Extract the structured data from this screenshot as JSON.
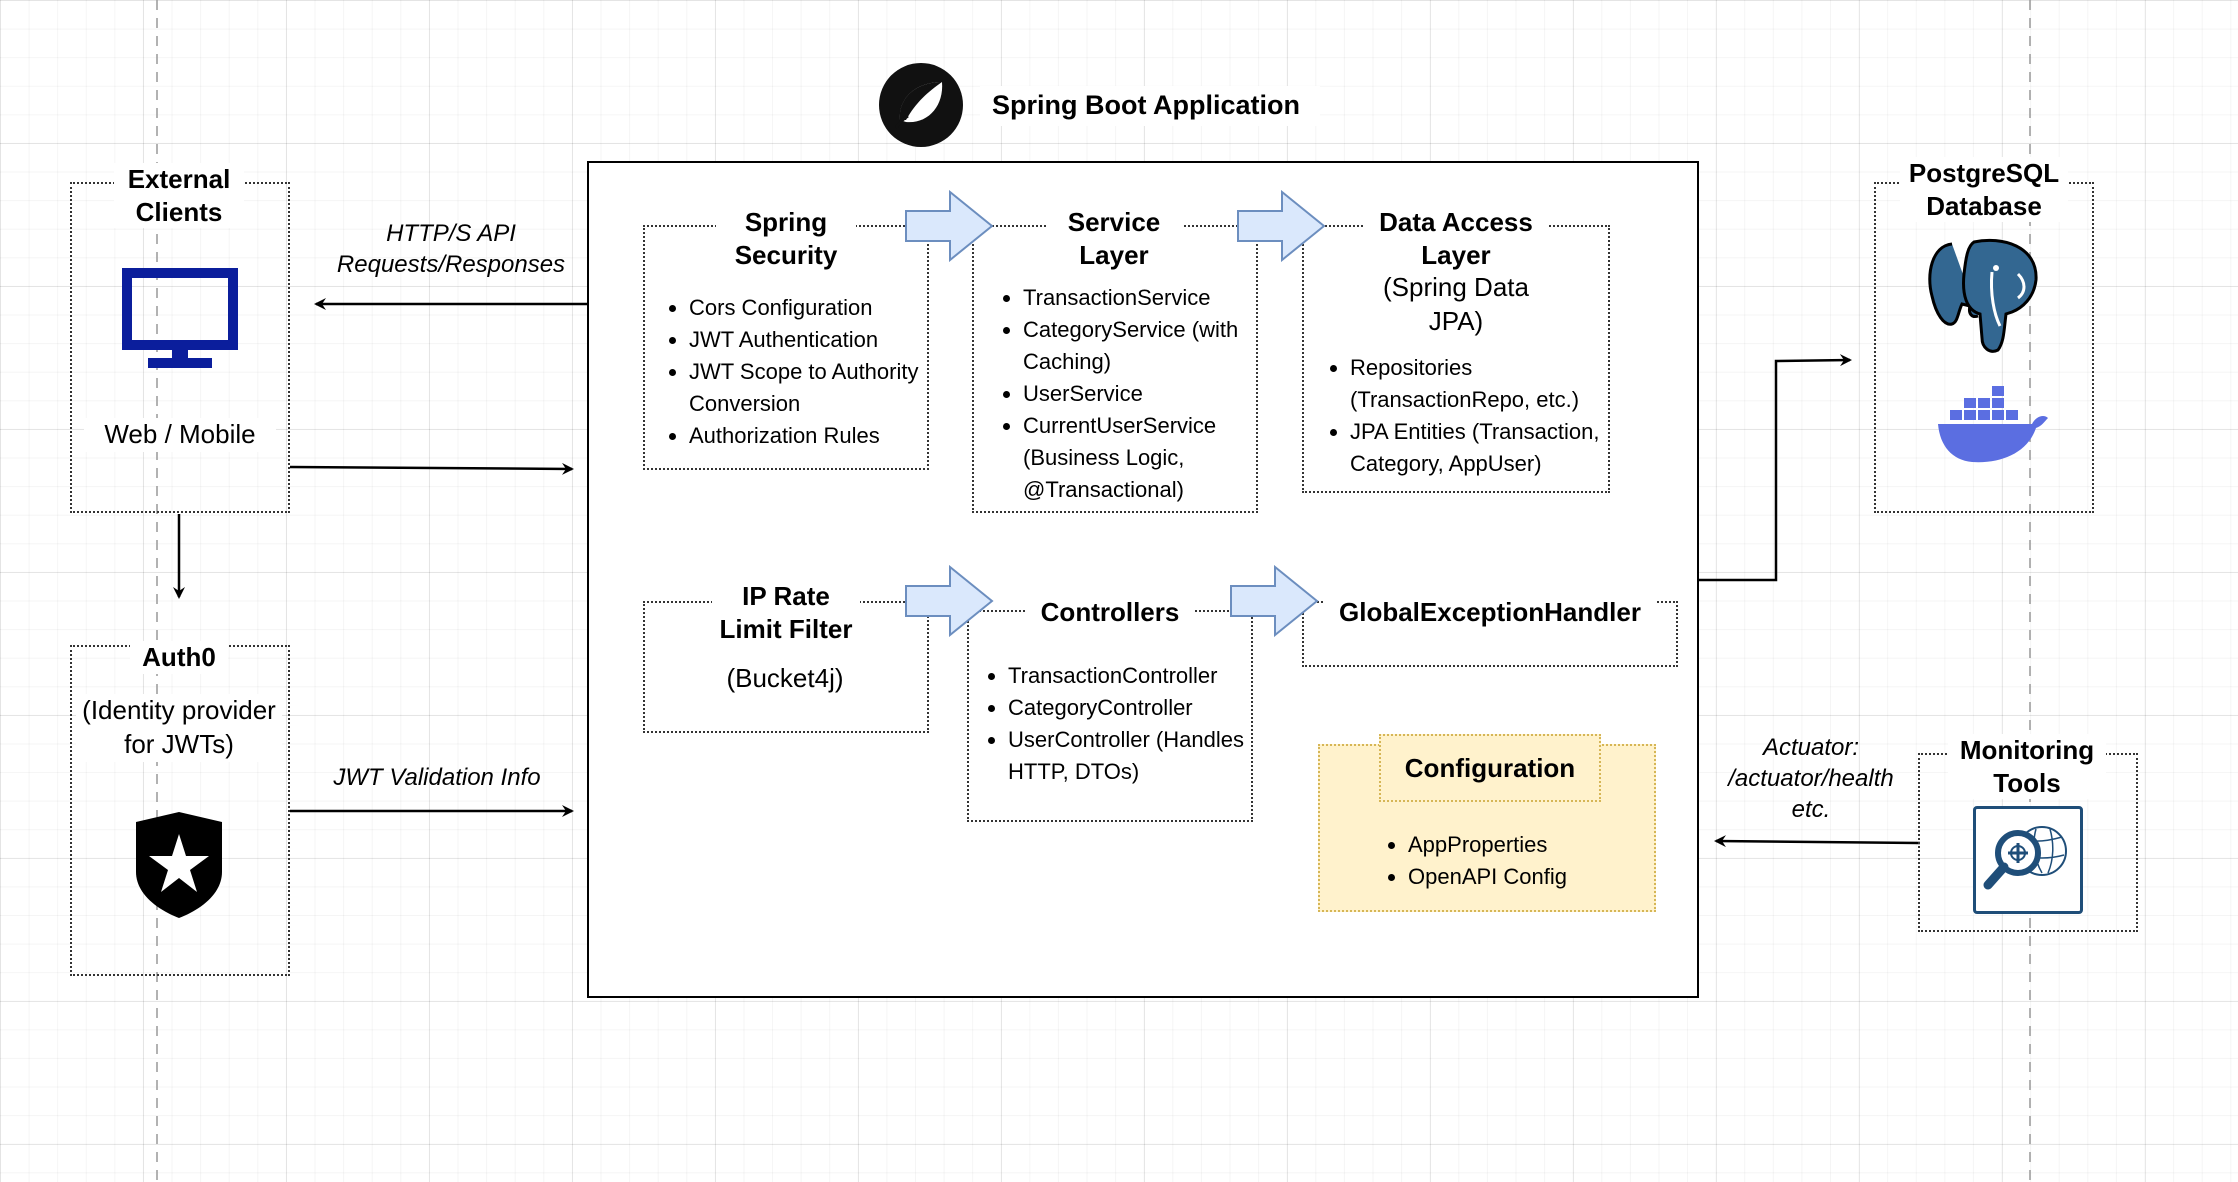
{
  "app": {
    "title": "Spring Boot Application"
  },
  "external_clients": {
    "title": "External Clients",
    "subtitle": "Web / Mobile"
  },
  "auth0": {
    "title": "Auth0",
    "description": "(Identity provider for JWTs)"
  },
  "database": {
    "title": "PostgreSQL Database"
  },
  "monitoring": {
    "title": "Monitoring Tools"
  },
  "edges": {
    "http": "HTTP/S API Requests/Responses",
    "jwt": "JWT Validation Info",
    "actuator": "Actuator: /actuator/health etc."
  },
  "components": {
    "security": {
      "title": "Spring Security",
      "items": [
        "Cors Configuration",
        "JWT Authentication",
        "JWT Scope to Authority Conversion",
        "Authorization Rules"
      ]
    },
    "service": {
      "title": "Service Layer",
      "items": [
        "TransactionService",
        "CategoryService (with Caching)",
        "UserService",
        "CurrentUserService (Business Logic, @Transactional)"
      ]
    },
    "data_access": {
      "title": "Data Access Layer",
      "subtitle": "(Spring Data JPA)",
      "items": [
        "Repositories (TransactionRepo, etc.)",
        "JPA Entities (Transaction, Category, AppUser)"
      ]
    },
    "rate_limit": {
      "title": "IP Rate Limit Filter",
      "subtitle": "(Bucket4j)"
    },
    "controllers": {
      "title": "Controllers",
      "items": [
        "TransactionController",
        "CategoryController",
        "UserController (Handles HTTP, DTOs)"
      ]
    },
    "exception": {
      "title": "GlobalExceptionHandler"
    },
    "configuration": {
      "title": "Configuration",
      "items": [
        "AppProperties",
        "OpenAPI Config"
      ]
    }
  },
  "icons": {
    "spring": "spring-leaf-icon",
    "client": "monitor-icon",
    "auth": "auth0-shield-icon",
    "db": "postgresql-elephant-icon",
    "docker": "docker-whale-icon",
    "monitor": "monitoring-magnifier-icon"
  },
  "colors": {
    "monitor_blue": "#0b1e9c",
    "flow_arrow_fill": "#dae8fc",
    "flow_arrow_stroke": "#6c8ebf",
    "config_fill": "#fff2cc",
    "config_stroke": "#d6b656",
    "elephant": "#336791",
    "docker": "#5b6ee1"
  }
}
